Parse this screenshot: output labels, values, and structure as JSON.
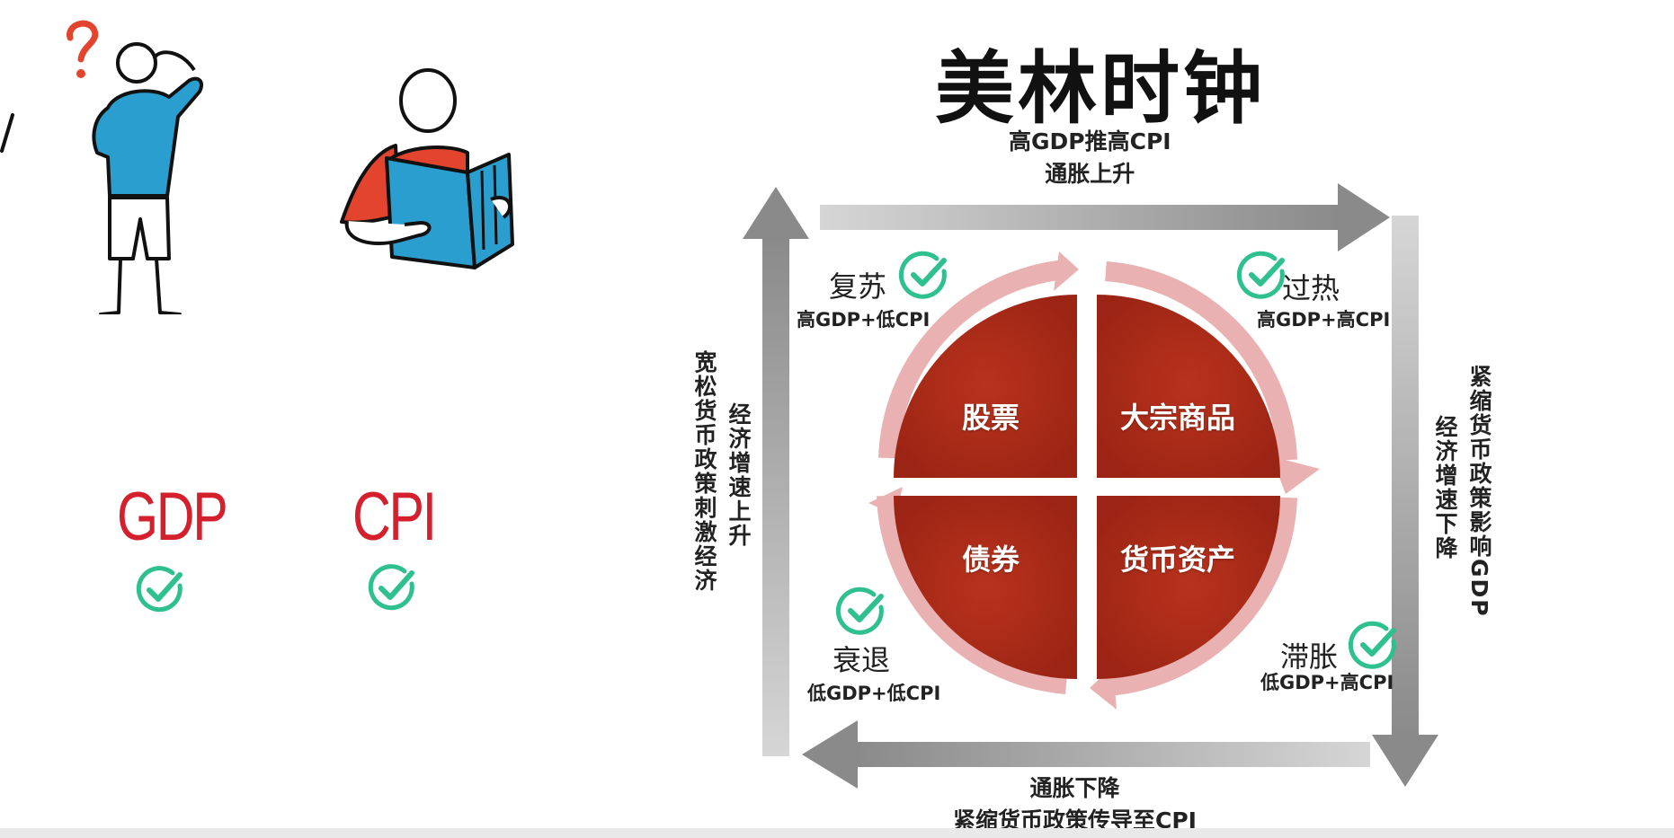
{
  "title": "美林时钟",
  "flows": {
    "top_line1": "高GDP推高CPI",
    "top_line2": "通胀上升",
    "bottom_line1": "通胀下降",
    "bottom_line2": "紧缩货币政策传导至CPI",
    "left_outer": "宽松货币政策刺激经济",
    "left_inner": "经济增速上升",
    "right_outer": "紧缩货币政策影响GDP",
    "right_inner": "经济增速下降"
  },
  "phases": {
    "recovery": {
      "name": "复苏",
      "condition": "高GDP+低CPI"
    },
    "overheat": {
      "name": "过热",
      "condition": "高GDP+高CPI"
    },
    "stagflation": {
      "name": "滞胀",
      "condition": "低GDP+高CPI"
    },
    "recession": {
      "name": "衰退",
      "condition": "低GDP+低CPI"
    }
  },
  "quadrants": {
    "top_left": "股票",
    "top_right": "大宗商品",
    "bottom_left": "债券",
    "bottom_right": "货币资产"
  },
  "indicators": {
    "gdp": "GDP",
    "cpi": "CPI"
  },
  "colors": {
    "check": "#2ec08e",
    "indicator_red": "#d3202c",
    "quadrant_fill": "#a92a17",
    "ring": "#e9b1b1",
    "arrow_gray": "#8f8f8f",
    "figure_blue": "#2a9fcf",
    "cape_red": "#e2442e"
  },
  "icons": {
    "check": "check-circle-icon",
    "question": "question-mark-icon"
  }
}
